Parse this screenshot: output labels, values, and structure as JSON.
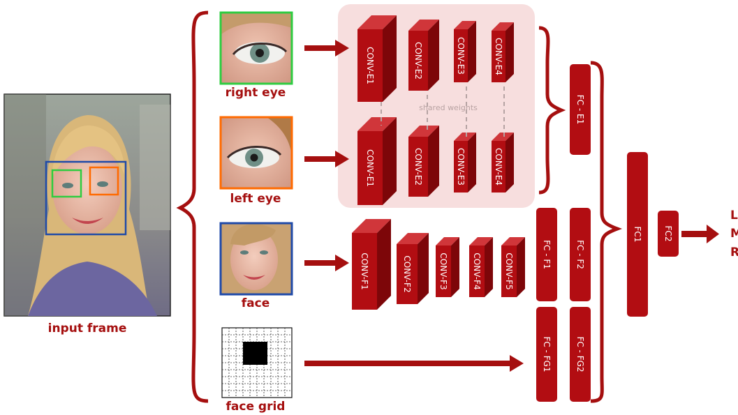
{
  "captions": {
    "input_frame": "input frame",
    "right_eye": "right eye",
    "left_eye": "left eye",
    "face": "face",
    "face_grid": "face grid"
  },
  "shared_weights": "shared weights",
  "eye_top_convs": [
    "CONV-E1",
    "CONV-E2",
    "CONV-E3",
    "CONV-E4"
  ],
  "eye_bottom_convs": [
    "CONV-E1",
    "CONV-E2",
    "CONV-E3",
    "CONV-E4"
  ],
  "face_convs": [
    "CONV-F1",
    "CONV-F2",
    "CONV-F3",
    "CONV-F4",
    "CONV-F5"
  ],
  "fc": {
    "e1": "FC - E1",
    "f1": "FC - F1",
    "f2": "FC - F2",
    "fg1": "FC - FG1",
    "fg2": "FC - FG2",
    "fc1": "FC1",
    "fc2": "FC2"
  },
  "output_letters": [
    "L",
    "M",
    "R"
  ],
  "colors": {
    "accent": "#a50f0f",
    "box_front": "#b20d12",
    "box_side": "#7d0609",
    "box_top": "#d0363a",
    "panel": "#f7dede",
    "right_eye_border": "#2ecc40",
    "left_eye_border": "#ff6a00",
    "face_border": "#1f4aa8",
    "grid_cell": "#000000"
  }
}
